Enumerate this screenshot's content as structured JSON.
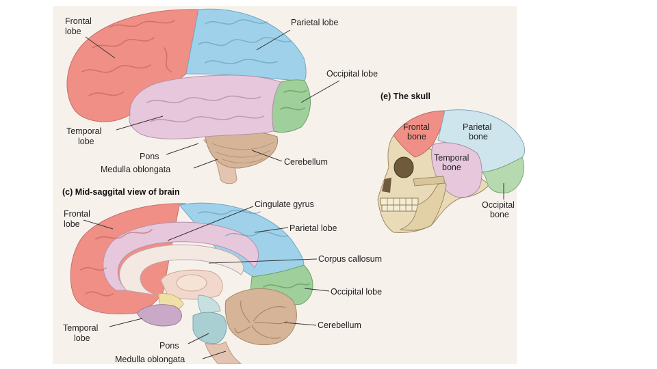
{
  "lateral": {
    "frontal": [
      "Frontal",
      "lobe"
    ],
    "parietal": "Parietal lobe",
    "occipital": "Occipital lobe",
    "temporal": [
      "Temporal",
      "lobe"
    ],
    "pons": "Pons",
    "medulla": "Medulla oblongata",
    "cerebellum": "Cerebellum"
  },
  "midsagittal": {
    "title": "(c) Mid-saggital view of brain",
    "frontal": [
      "Frontal",
      "lobe"
    ],
    "cingulate": "Cingulate gyrus",
    "parietal": "Parietal lobe",
    "corpus": "Corpus callosum",
    "occipital": "Occipital lobe",
    "cerebellum": "Cerebellum",
    "temporal": [
      "Temporal",
      "lobe"
    ],
    "pons": "Pons",
    "medulla": "Medulla oblongata"
  },
  "skull": {
    "title": "(e) The skull",
    "frontal": [
      "Frontal",
      "bone"
    ],
    "parietal": [
      "Parietal",
      "bone"
    ],
    "temporal": [
      "Temporal",
      "bone"
    ],
    "occipital": [
      "Occipital",
      "bone"
    ]
  },
  "colors": {
    "frontal": "#f08f86",
    "parietal": "#9fd2ea",
    "temporal": "#e6c7dc",
    "occipital": "#9fcf9a",
    "cerebellum": "#d6b497",
    "brainstem": "#e3c4b0",
    "bone": "#eadbb8"
  }
}
